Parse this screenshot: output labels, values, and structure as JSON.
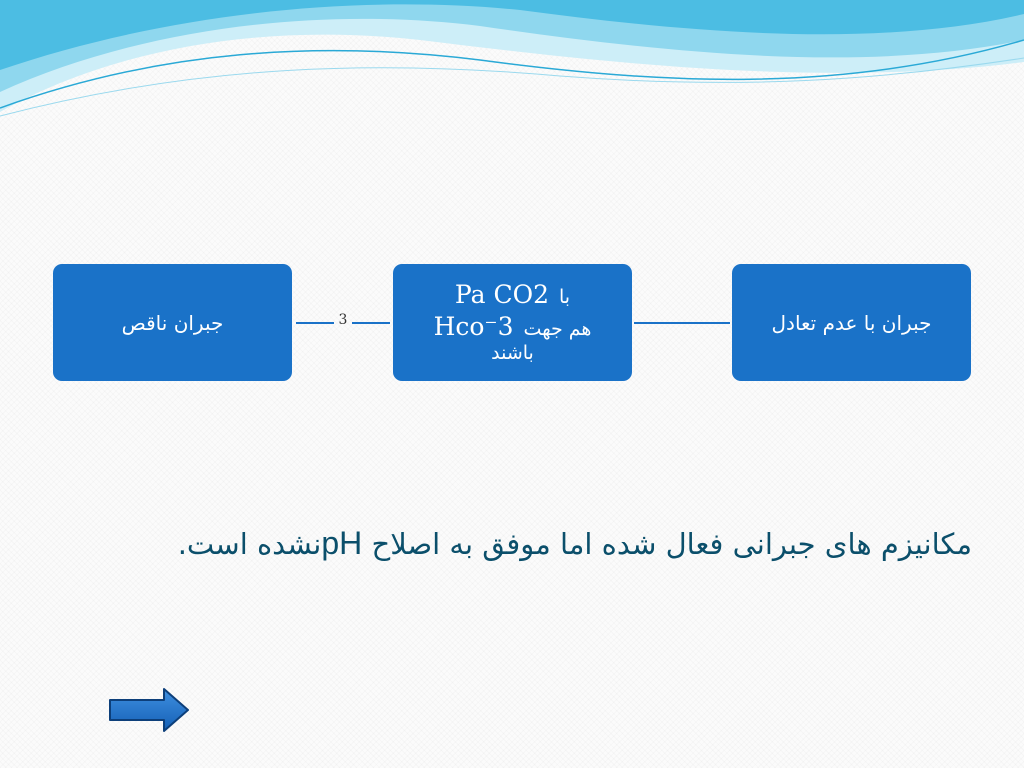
{
  "colors": {
    "box_fill": "#1a72c8",
    "connector": "#1a72c8",
    "caption_text": "#0b4f6b",
    "wave_light": "#bfe6f3",
    "wave_mid": "#7fd0ea",
    "wave_dark": "#3fb6dd"
  },
  "diagram": {
    "nodes": {
      "right": {
        "label": "جبران با عدم تعادل"
      },
      "middle": {
        "formula_paco2": "Pa CO2",
        "word_ba": "با",
        "formula_hco3": "Hco⁻3",
        "phrase_ham_jahat": "هم جهت",
        "word_bashand": "باشند"
      },
      "left": {
        "label": "جبران ناقص"
      }
    },
    "connector_label": "3"
  },
  "caption": {
    "part1": "مکانیزم های جبرانی فعال شده اما موفق به اصلاح ",
    "ph": "pH",
    "part2": "نشده است."
  },
  "nav": {
    "icon": "arrow-right-icon"
  }
}
